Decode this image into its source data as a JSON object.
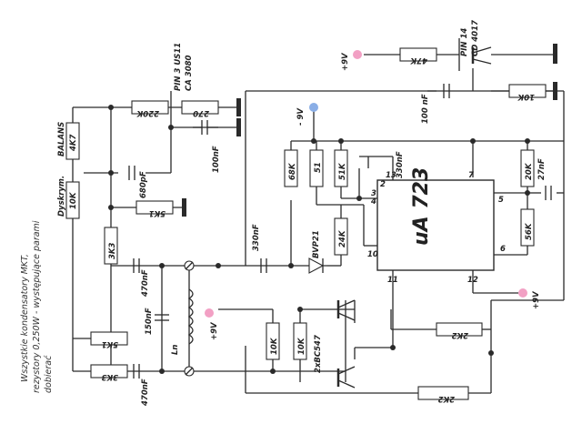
{
  "note_lines": [
    "Wszystkie kondensatory MKT,",
    "rezystory 0,250W - występujące parami",
    "dobierać"
  ],
  "ic": {
    "name": "uA 723",
    "pins": [
      "2",
      "3",
      "4",
      "5",
      "6",
      "7",
      "10",
      "11",
      "12",
      "13"
    ]
  },
  "labels": {
    "balans": "BALANS",
    "balans_val": "4K7",
    "dyskrym": "Dyskrym.",
    "dyskrym_val": "10K",
    "r_220k": "220K",
    "r_270": "270",
    "c_100nf_top": "100nF",
    "pin3_a": "PIN 3 US11",
    "pin3_b": "CA 3080",
    "c_680p": "680pF",
    "r_5k1_top": "5K1",
    "r_3k3_top": "3K3",
    "c_470_top": "470nF",
    "c_150": "150nF",
    "ln": "Ln",
    "r_5k1_bot": "5K1",
    "r_3k3_bot": "3K3",
    "c_470_bot": "470nF",
    "supply_9v_mid": "+9V",
    "c_330_left": "330nF",
    "bvp": "BVP21",
    "r_68k": "68K",
    "r_51": "51",
    "r_51k": "51K",
    "r_24k": "24K",
    "c_330_ic": "330nF",
    "neg9": "- 9V",
    "supply_9v_top": "+9V",
    "r_47k": "47K",
    "pin14_a": "PIN 14",
    "pin14_b": "CD 4017",
    "c_100nf_right": "100 nF",
    "r_10k_right": "10K",
    "r_20k": "20K",
    "c_27nf": "27nF",
    "r_56k": "56K",
    "supply_9v_right": "+9V",
    "r_10k_a": "10K",
    "r_10k_b": "10K",
    "transistor": "2xBC547",
    "r_2k2_a": "2K2",
    "r_2k2_b": "2K2"
  },
  "colors": {
    "positive_supply": "#f2a0c4",
    "negative_supply": "#8aaee6"
  }
}
